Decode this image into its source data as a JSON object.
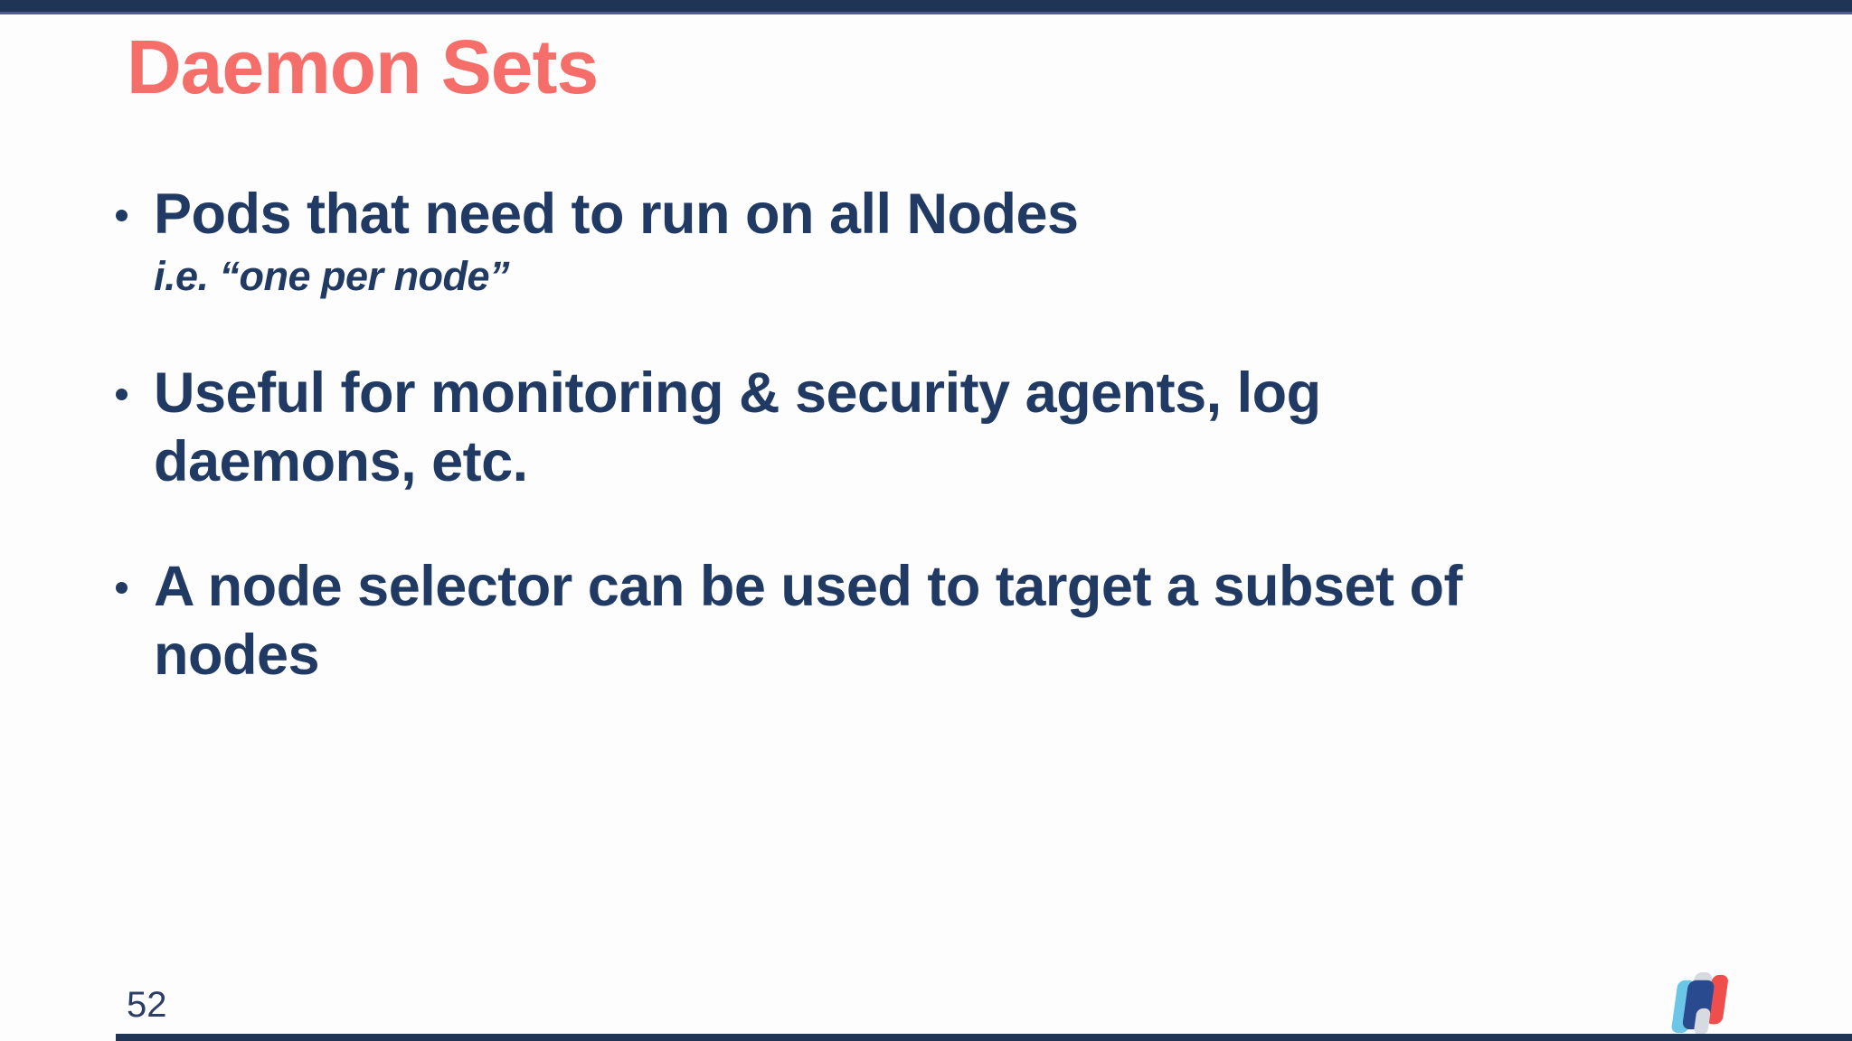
{
  "slide": {
    "title": "Daemon Sets",
    "bullets": [
      {
        "text": "Pods that need to run on all Nodes",
        "subtext": "i.e. “one per node”"
      },
      {
        "text": "Useful for monitoring & security agents, log\ndaemons, etc.",
        "subtext": ""
      },
      {
        "text": "A node selector can be used to target a subset of\nnodes",
        "subtext": ""
      }
    ],
    "page_number": "52",
    "logo_name": "n-mark-logo",
    "colors": {
      "top_bar": "#203555",
      "top_bar_line": "#4F5B96",
      "bottom_bar": "#203555",
      "title": "#F56E6A",
      "body_text": "#203A63",
      "background": "#FDFDFD",
      "logo_blue": "#6BC6E8",
      "logo_gray": "#D7DAE0",
      "logo_red": "#F04D4D",
      "logo_navy": "#2A4A8F"
    }
  }
}
